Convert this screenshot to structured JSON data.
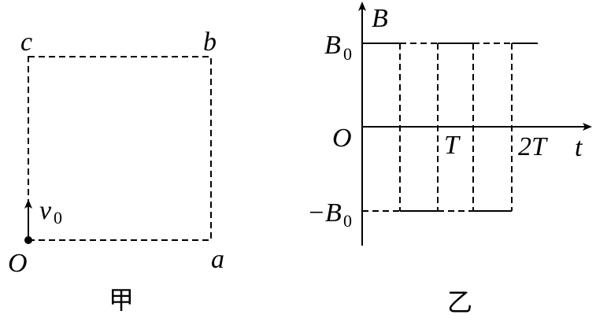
{
  "figure_left": {
    "caption": "甲",
    "corner_labels": {
      "c": "c",
      "b": "b",
      "a": "a",
      "origin": "O"
    },
    "velocity_label": "v",
    "velocity_subscript": "0"
  },
  "figure_right": {
    "caption": "乙",
    "y_axis_label": "B",
    "x_axis_label": "t",
    "origin_label": "O",
    "y_tick_pos": "B",
    "y_tick_pos_sub": "0",
    "y_tick_neg": "−B",
    "y_tick_neg_sub": "0",
    "x_tick_1": "T",
    "x_tick_2": "2T",
    "waveform": {
      "segments_in_quarter_periods": [
        1,
        -1,
        1,
        -1,
        1
      ],
      "amplitude": "B0",
      "period": "T"
    }
  }
}
